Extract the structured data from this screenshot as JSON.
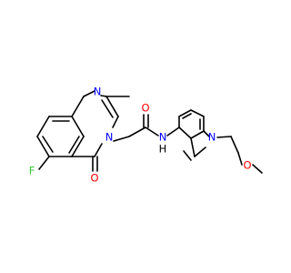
{
  "molecule": {
    "atoms": {
      "fluorine": "F",
      "quinazoline_n1": "N",
      "quinazoline_n3": "N",
      "carbonyl_o_ring": "O",
      "amide_o": "O",
      "amide_n": "N",
      "amide_h": "H",
      "indole_n": "N",
      "ether_o": "O"
    },
    "colors": {
      "bond": "#000000",
      "nitrogen": "#0000FF",
      "oxygen": "#FF0000",
      "fluorine": "#33CC33",
      "carbon_hydrogen": "#000000"
    }
  }
}
